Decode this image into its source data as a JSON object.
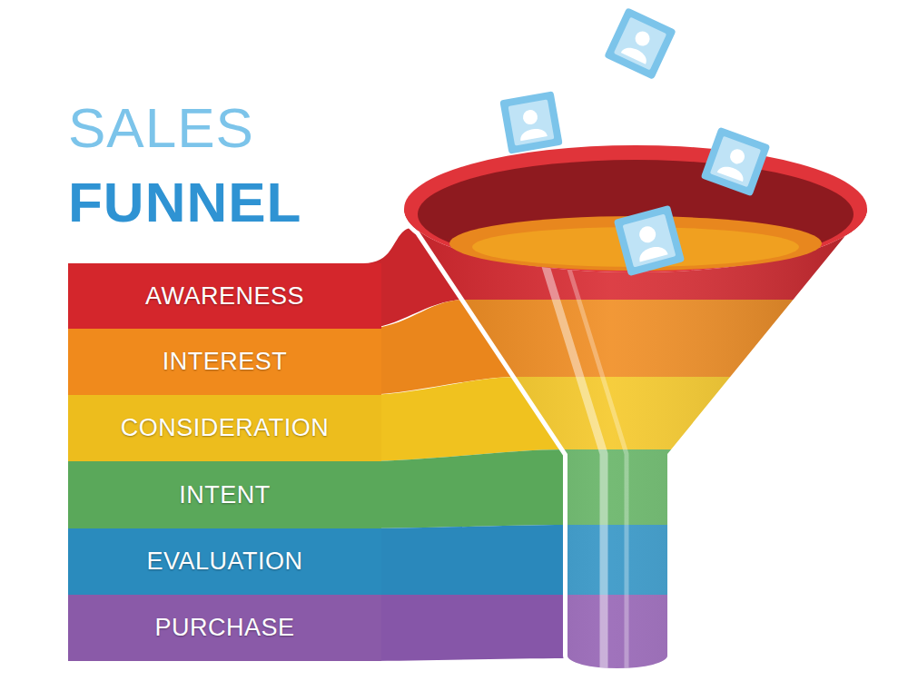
{
  "diagram": {
    "title": "SALES FUNNEL",
    "nodes": [
      {
        "text": [
          "AWARENESS"
        ]
      },
      {
        "text": [
          "INTEREST"
        ]
      },
      {
        "text": [
          "CONSIDERATION"
        ]
      },
      {
        "text": [
          "INTENT"
        ]
      },
      {
        "text": [
          "EVALUATION"
        ]
      },
      {
        "text": [
          "PURCHASE"
        ]
      }
    ]
  }
}
